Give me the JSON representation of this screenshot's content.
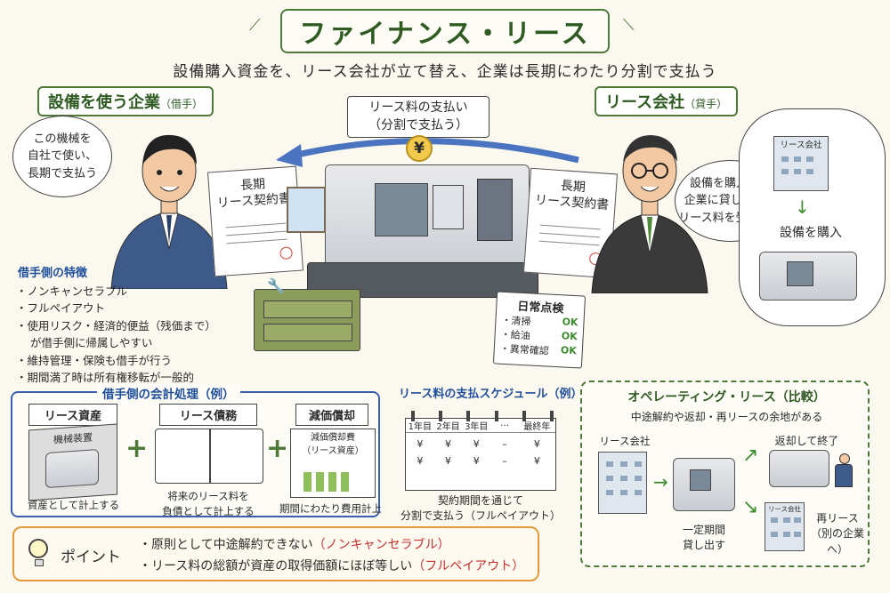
{
  "title": "ファイナンス・リース",
  "subtitle": "設備購入資金を、リース会社が立て替え、企業は長期にわたり分割で支払う",
  "lessee": {
    "header": "設備を使う企業",
    "header_note": "（借手）",
    "bubble": [
      "この機械を",
      "自社で使い、",
      "長期で支払う"
    ],
    "doc_title": [
      "長期",
      "リース契約書"
    ]
  },
  "lessor": {
    "header": "リース会社",
    "header_note": "（貸手）",
    "bubble": [
      "設備を購入し、",
      "企業に貸し出して",
      "リース料を受け取る"
    ],
    "doc_title": [
      "長期",
      "リース契約書"
    ],
    "cloud_building_label": "リース会社",
    "cloud_action": "設備を購入"
  },
  "payment": {
    "label": [
      "リース料の支払い",
      "（分割で支払う）"
    ],
    "symbol": "¥"
  },
  "checklist": {
    "title": "日常点検",
    "items": [
      {
        "name": "・清掃",
        "status": "OK"
      },
      {
        "name": "・給油",
        "status": "OK"
      },
      {
        "name": "・異常確認",
        "status": "OK"
      }
    ]
  },
  "traits": {
    "title": "借手側の特徴",
    "items": [
      "ノンキャンセラブル",
      "フルペイアウト",
      "使用リスク・経済的便益（残価まで）",
      "が借手側に帰属しやすい",
      "維持管理・保険も借手が行う",
      "期間満了時は所有権移転が一般的"
    ]
  },
  "accounting": {
    "title": "借手側の会計処理（例）",
    "asset": {
      "label": "リース資産",
      "book": "機械装置",
      "caption": "資産として計上する"
    },
    "liability": {
      "label": "リース債務",
      "caption": [
        "将来のリース料を",
        "負債として計上する"
      ]
    },
    "depreciation": {
      "label": "減価償却",
      "chart_title": [
        "減価償却費",
        "（リース資産）"
      ],
      "caption": "期間にわたり費用計上"
    },
    "plus": "+"
  },
  "schedule": {
    "title": "リース料の支払スケジュール（例）",
    "columns": [
      "1年目",
      "2年目",
      "3年目",
      "…",
      "最終年"
    ],
    "yen": "¥",
    "caption": [
      "契約期間を通じて",
      "分割で支払う（フルペイアウト）"
    ]
  },
  "operating": {
    "title": "オペレーティング・リース（比較）",
    "subtitle": "中途解約や返却・再リースの余地がある",
    "company": "リース会社",
    "lend": [
      "一定期間",
      "貸し出す"
    ],
    "return": "返却して終了",
    "relabel": "リース会社",
    "release": [
      "再リース",
      "（別の企業へ）"
    ]
  },
  "point": {
    "label": "ポイント",
    "lines": [
      {
        "text": "原則として中途解約できない",
        "highlight": "（ノンキャンセラブル）"
      },
      {
        "text": "リース料の総額が資産の取得価額にほぼ等しい",
        "highlight": "（フルペイアウト）"
      }
    ]
  },
  "colors": {
    "green": "#4f7a3a",
    "blue": "#3a5fb0",
    "orange": "#e29a3a",
    "red": "#c53030"
  }
}
